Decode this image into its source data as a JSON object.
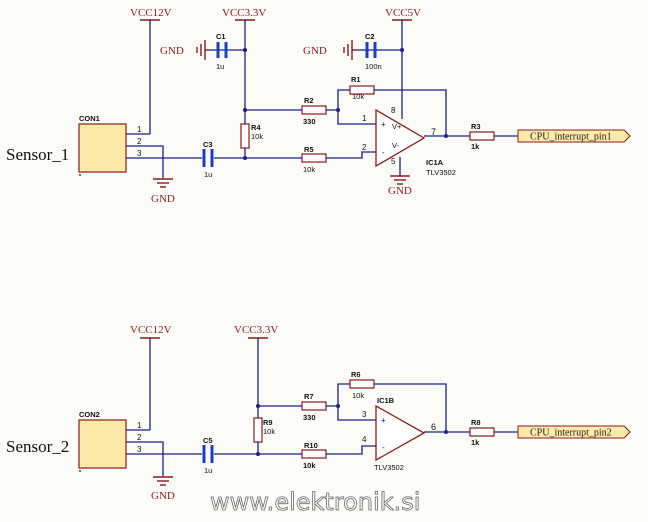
{
  "watermark": "www.elektronik.si",
  "nets": {
    "vcc12": "VCC12V",
    "vcc33": "VCC3.3V",
    "vcc5": "VCC5V",
    "gnd": "GND"
  },
  "circuit1": {
    "sensor": "Sensor_1",
    "connector": "CON1",
    "con_pins": [
      "1",
      "2",
      "3"
    ],
    "c1": {
      "ref": "C1",
      "value": "1u"
    },
    "c2": {
      "ref": "C2",
      "value": "100n"
    },
    "c3": {
      "ref": "C3",
      "value": "1u"
    },
    "r1": {
      "ref": "R1",
      "value": "10k"
    },
    "r2": {
      "ref": "R2",
      "value": "330"
    },
    "r3": {
      "ref": "R3",
      "value": "1k"
    },
    "r4": {
      "ref": "R4",
      "value": "10k"
    },
    "r5": {
      "ref": "R5",
      "value": "10k"
    },
    "opamp": {
      "ref": "IC1A",
      "part": "TLV3502",
      "pin_in_plus": "1",
      "pin_in_minus": "2",
      "pin_out": "7",
      "pin_vplus": "8",
      "pin_vminus": "5",
      "sym_plus": "+",
      "sym_minus": "-",
      "sym_vplus": "V+",
      "sym_vminus": "V-"
    },
    "output": "CPU_interrupt_pin1"
  },
  "circuit2": {
    "sensor": "Sensor_2",
    "connector": "CON2",
    "con_pins": [
      "1",
      "2",
      "3"
    ],
    "c5": {
      "ref": "C5",
      "value": "1u"
    },
    "r6": {
      "ref": "R6",
      "value": "10k"
    },
    "r7": {
      "ref": "R7",
      "value": "330"
    },
    "r8": {
      "ref": "R8",
      "value": "1k"
    },
    "r9": {
      "ref": "R9",
      "value": "10k"
    },
    "r10": {
      "ref": "R10",
      "value": "10k"
    },
    "opamp": {
      "ref": "IC1B",
      "part": "TLV3502",
      "pin_in_plus": "3",
      "pin_in_minus": "4",
      "pin_out": "6",
      "sym_plus": "+",
      "sym_minus": "-"
    },
    "output": "CPU_interrupt_pin2"
  }
}
